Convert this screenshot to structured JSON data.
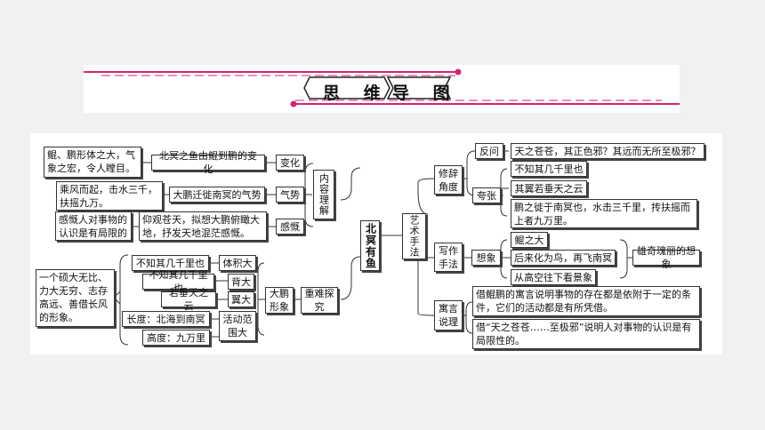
{
  "banner": {
    "word1": "思 维",
    "word2": "导 图",
    "accent": "#d6246e"
  },
  "root": "北冥有鱼",
  "content": {
    "label": "内容理解",
    "change": {
      "tag": "变化",
      "mid": "北冥之鱼由鲲到鹏的变化",
      "desc": "鲲、鹏形体之大，气象之宏，令人瞠目。"
    },
    "momentum": {
      "tag": "气势",
      "mid": "大鹏迁徙南冥的气势",
      "desc": "乘风而起，击水三千，扶摇九万。"
    },
    "emotion": {
      "tag": "感慨",
      "mid": "仰观苍天，拟想大鹏俯瞰大地，抒发天地混茫感慨。",
      "desc": "感慨人对事物的认识是有局限的"
    }
  },
  "key": {
    "label": "重难探究",
    "peng": "大鹏形象",
    "size": {
      "tag": "体积大",
      "text": "不知其几千里也"
    },
    "back": {
      "tag": "背大",
      "text": "不知其几千里也"
    },
    "wing": {
      "tag": "翼大",
      "text": "若垂天之云"
    },
    "range": {
      "tag": "活动范围大",
      "length": "长度：北海到南冥",
      "height": "高度：九万里"
    },
    "summary": "一个硕大无比、力大无穷、志存高远、善借长风的形象。"
  },
  "art": {
    "label": "艺术手法",
    "rhetoric": {
      "label": "修辞角度",
      "question": {
        "tag": "反问",
        "text": "天之苍苍，其正色邪？其远而无所至极邪？"
      },
      "exaggeration": {
        "tag": "夸张",
        "items": [
          "不知其几千里也",
          "其翼若垂天之云",
          "鹏之徙于南冥也，水击三千里，抟扶摇而上者九万里。"
        ]
      }
    },
    "writing": {
      "label": "写作手法",
      "imagine": {
        "tag": "想象",
        "items": [
          "鲲之大",
          "后来化为鸟，再飞南冥",
          "从高空往下看景象"
        ],
        "result": "雄奇瑰丽的想象"
      }
    },
    "fable": {
      "label": "寓言说理",
      "items": [
        "借鲲鹏的寓言说明事物的存在都是依附于一定的条件，它们的活动都是有所凭借。",
        "借“天之苍苍……至极邪”说明人对事物的认识是有局限性的。"
      ]
    }
  }
}
